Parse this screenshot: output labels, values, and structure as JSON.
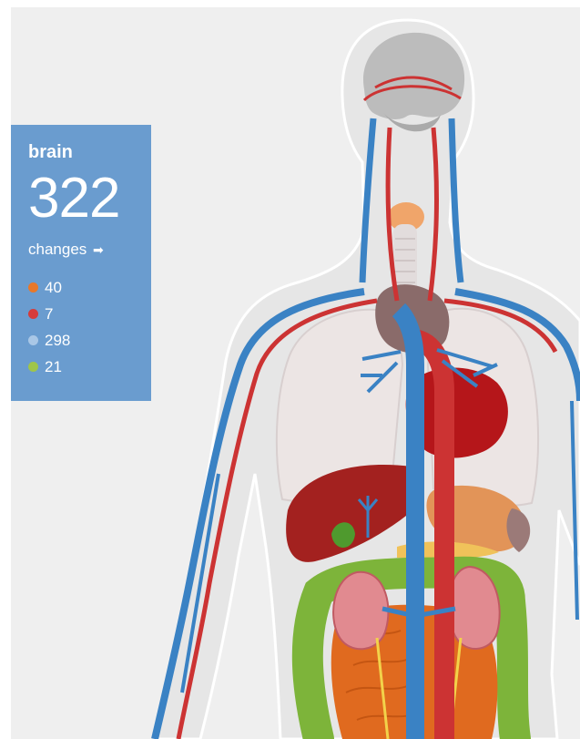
{
  "organ_panel": {
    "organ": "brain",
    "count": "322",
    "changes_label": "changes",
    "changes_arrow": "➡",
    "changes": [
      {
        "value": "40",
        "color": "#e8782a"
      },
      {
        "value": "7",
        "color": "#d53b3b"
      },
      {
        "value": "298",
        "color": "#a9c7e6"
      },
      {
        "value": "21",
        "color": "#9fc54a"
      }
    ]
  },
  "colors": {
    "panel": "#6a9ccf",
    "vein": "#3a82c4",
    "artery": "#cc3333",
    "heart": "#b5161a",
    "lung": "#ece5e4",
    "liver": "#a3211f",
    "brain": "#bcbcbc",
    "colon": "#7db43a",
    "small_intestine": "#e06a1f",
    "kidney": "#e18a90"
  }
}
